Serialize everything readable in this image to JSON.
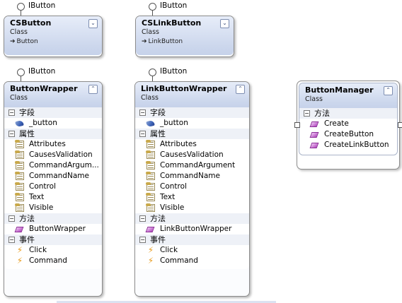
{
  "classes": {
    "csbutton": {
      "interface": "IButton",
      "title": "CSButton",
      "kind": "Class",
      "base": "Button"
    },
    "cslinkbutton": {
      "interface": "IButton",
      "title": "CSLinkButton",
      "kind": "Class",
      "base": "LinkButton"
    },
    "buttonwrapper": {
      "interface": "IButton",
      "title": "ButtonWrapper",
      "kind": "Class",
      "fields_label": "字段",
      "fields": [
        "_button"
      ],
      "properties_label": "属性",
      "properties": [
        "Attributes",
        "CausesValidation",
        "CommandArgum...",
        "CommandName",
        "Control",
        "Text",
        "Visible"
      ],
      "methods_label": "方法",
      "methods": [
        "ButtonWrapper"
      ],
      "events_label": "事件",
      "events": [
        "Click",
        "Command"
      ]
    },
    "linkbuttonwrapper": {
      "interface": "IButton",
      "title": "LinkButtonWrapper",
      "kind": "Class",
      "fields_label": "字段",
      "fields": [
        "_button"
      ],
      "properties_label": "属性",
      "properties": [
        "Attributes",
        "CausesValidation",
        "CommandArgument",
        "CommandName",
        "Control",
        "Text",
        "Visible"
      ],
      "methods_label": "方法",
      "methods": [
        "LinkButtonWrapper"
      ],
      "events_label": "事件",
      "events": [
        "Click",
        "Command"
      ]
    },
    "buttonmanager": {
      "title": "ButtonManager",
      "kind": "Class",
      "methods_label": "方法",
      "methods": [
        "Create",
        "CreateButton",
        "CreateLinkButton"
      ]
    }
  },
  "icons": {
    "collapse_up": "double-chevron-up",
    "collapse_down": "double-chevron-down",
    "field": "field-icon",
    "property": "property-icon",
    "method": "method-icon",
    "event": "event-icon"
  }
}
